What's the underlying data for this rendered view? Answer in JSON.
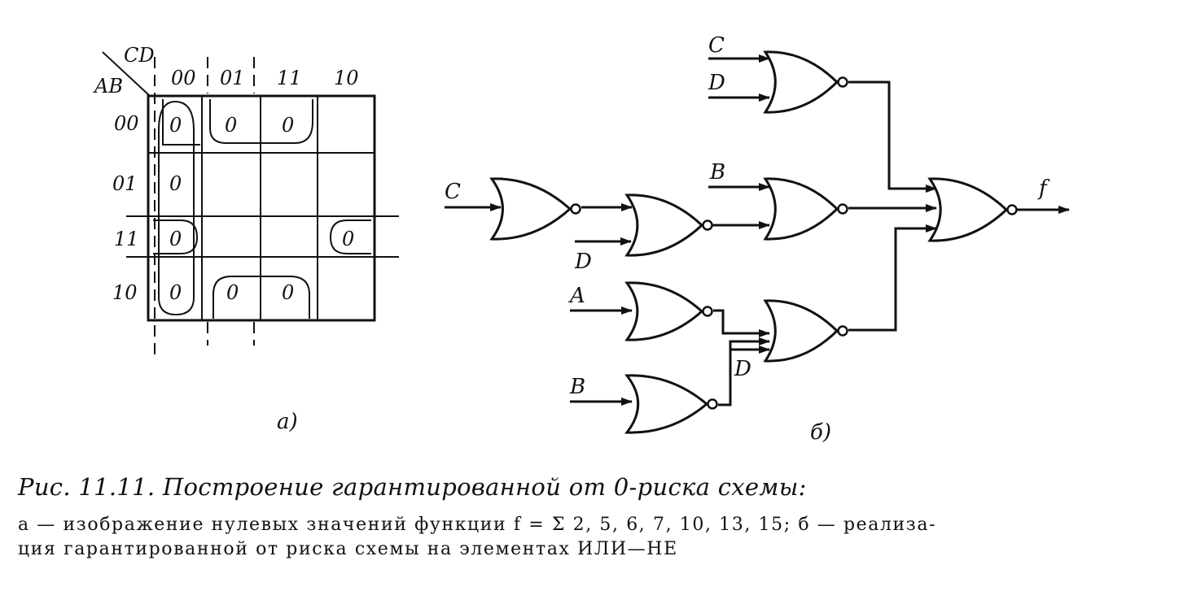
{
  "kmap": {
    "corner_cd": "CD",
    "corner_ab": "AB",
    "col_labels": [
      "00",
      "01",
      "11",
      "10"
    ],
    "row_labels": [
      "00",
      "01",
      "11",
      "10"
    ],
    "cells": [
      [
        "0",
        "0",
        "0",
        ""
      ],
      [
        "0",
        "",
        "",
        ""
      ],
      [
        "0",
        "",
        "",
        "0"
      ],
      [
        "0",
        "0",
        "0",
        ""
      ]
    ],
    "sub_label": "а)"
  },
  "circuit": {
    "inputs": {
      "c_top": "C",
      "d_top": "D",
      "c_left": "C",
      "d_mid": "D",
      "b_mid": "B",
      "a": "A",
      "d_low": "D",
      "b_low": "B"
    },
    "output": "f",
    "sub_label": "б)",
    "gate_type": "NOR"
  },
  "caption": {
    "title": "Рис. 11.11. Построение гарантированной от 0-риска схемы:",
    "line1": "а — изображение нулевых значений функции f = Σ 2, 5, 6, 7, 10, 13, 15; б — реализа-",
    "line2": "ция гарантированной от риска схемы на элементах ИЛИ—НЕ"
  }
}
